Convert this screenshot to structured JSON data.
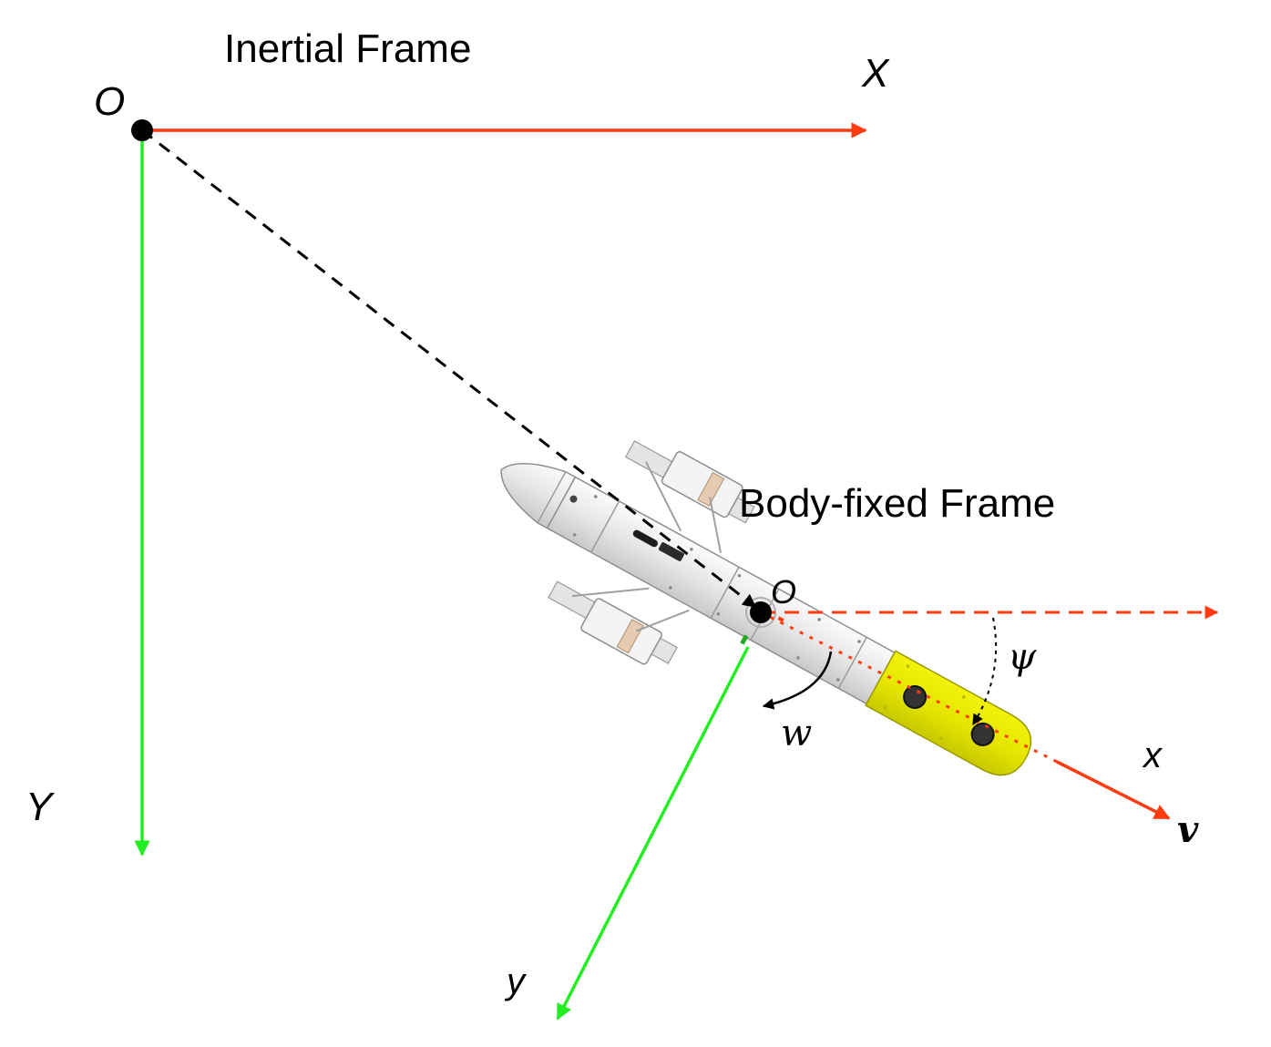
{
  "inertial_frame": {
    "title": "Inertial Frame",
    "origin_label": "O",
    "x_axis_label": "X",
    "y_axis_label": "Y"
  },
  "body_frame": {
    "title": "Body-fixed Frame",
    "origin_label": "O",
    "x_axis_label": "x",
    "y_axis_label": "y"
  },
  "symbols": {
    "heading_angle": "ψ",
    "angular_velocity": "w",
    "linear_velocity": "v"
  },
  "colors": {
    "x_axis": "#ff3b12",
    "y_axis": "#22ee22",
    "hull": "#e9e9e9",
    "tail_section": "#e6e600",
    "position_vector": "#000000"
  }
}
